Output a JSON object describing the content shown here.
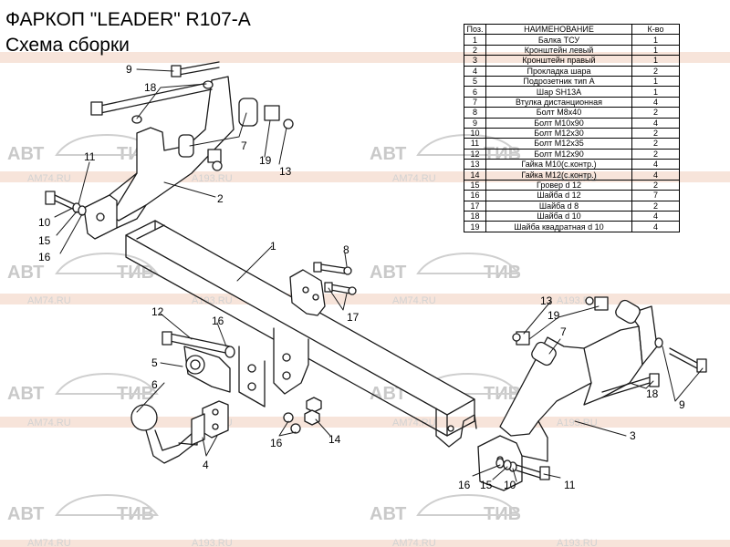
{
  "title": {
    "line1": "ФАРКОП \"LEADER\" R107-A",
    "line2": "Схема сборки"
  },
  "parts_table": {
    "headers": [
      "Поз.",
      "НАИМЕНОВАНИЕ",
      "К-во"
    ],
    "rows": [
      {
        "pos": "1",
        "name": "Балка ТСУ",
        "qty": "1"
      },
      {
        "pos": "2",
        "name": "Кронштейн левый",
        "qty": "1"
      },
      {
        "pos": "3",
        "name": "Кронштейн правый",
        "qty": "1"
      },
      {
        "pos": "4",
        "name": "Прокладка шара",
        "qty": "2"
      },
      {
        "pos": "5",
        "name": "Подрозетник тип А",
        "qty": "1"
      },
      {
        "pos": "6",
        "name": "Шар SH13A",
        "qty": "1"
      },
      {
        "pos": "7",
        "name": "Втулка дистанционная",
        "qty": "4"
      },
      {
        "pos": "8",
        "name": "Болт М8х40",
        "qty": "2"
      },
      {
        "pos": "9",
        "name": "Болт М10х90",
        "qty": "4"
      },
      {
        "pos": "10",
        "name": "Болт М12х30",
        "qty": "2"
      },
      {
        "pos": "11",
        "name": "Болт М12х35",
        "qty": "2"
      },
      {
        "pos": "12",
        "name": "Болт М12х90",
        "qty": "2"
      },
      {
        "pos": "13",
        "name": "Гайка  М10(с.контр.)",
        "qty": "4"
      },
      {
        "pos": "14",
        "name": "Гайка М12(с.контр.)",
        "qty": "4"
      },
      {
        "pos": "15",
        "name": "Гровер d 12",
        "qty": "2"
      },
      {
        "pos": "16",
        "name": "Шайба d 12",
        "qty": "7"
      },
      {
        "pos": "17",
        "name": "Шайба d 8",
        "qty": "2"
      },
      {
        "pos": "18",
        "name": "Шайба d 10",
        "qty": "4"
      },
      {
        "pos": "19",
        "name": "Шайба квадратная d 10",
        "qty": "4"
      }
    ]
  },
  "callouts": {
    "left_9": "9",
    "left_18": "18",
    "left_7": "7",
    "left_19": "19",
    "left_13": "13",
    "left_11": "11",
    "left_2": "2",
    "left_10": "10",
    "left_15": "15",
    "left_16": "16",
    "beam_1": "1",
    "bolt_8": "8",
    "washer_17": "17",
    "ball_12": "12",
    "ball_16": "16",
    "ball_5": "5",
    "ball_6": "6",
    "ball_4": "4",
    "ball_16b": "16",
    "ball_14": "14",
    "right_13": "13",
    "right_19": "19",
    "right_7": "7",
    "right_18": "18",
    "right_9": "9",
    "right_3": "3",
    "right_16": "16",
    "right_15": "15",
    "right_10": "10",
    "right_11": "11"
  },
  "watermark": {
    "brand_left": "АВТ",
    "brand_right": "ТИВ",
    "site1": "AM74.RU",
    "site2": "A193.RU"
  },
  "colors": {
    "line": "#1a1a1a",
    "watermark": "#d0d0d0",
    "watermark_bar": "#f6e2d8"
  }
}
